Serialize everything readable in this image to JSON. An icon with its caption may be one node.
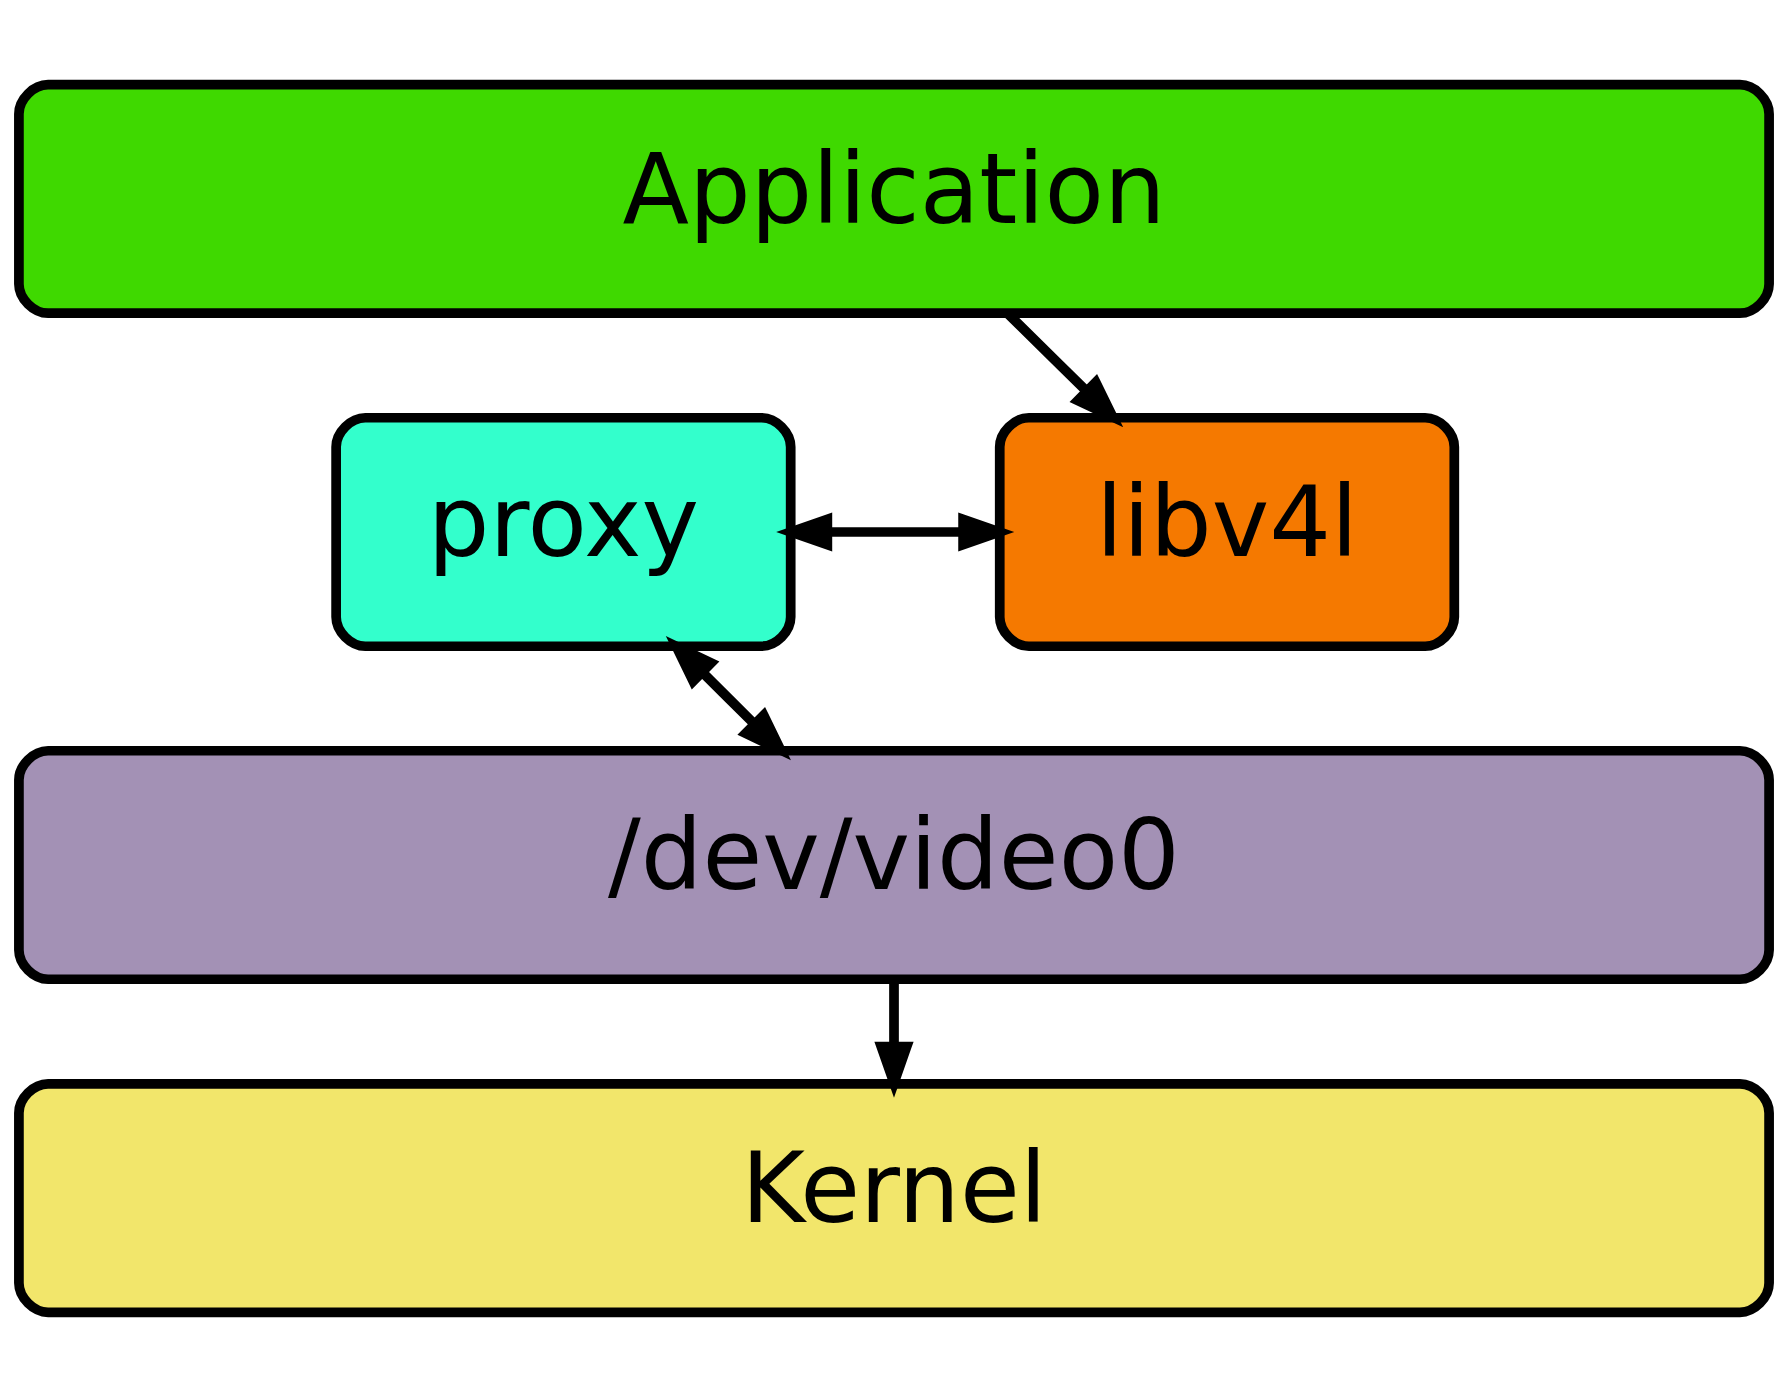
{
  "diagram": {
    "nodes": [
      {
        "text": [
          "Application"
        ]
      },
      {
        "text": [
          "proxy"
        ]
      },
      {
        "text": [
          "libv4l"
        ]
      },
      {
        "text": [
          "/dev/video0"
        ]
      },
      {
        "text": [
          "Kernel"
        ]
      }
    ],
    "edges": [
      {
        "from": 0,
        "to": 2,
        "arrow": "to"
      },
      {
        "from": 1,
        "to": 2,
        "arrow": "both"
      },
      {
        "from": 1,
        "to": 3,
        "arrow": "both"
      },
      {
        "from": 3,
        "to": 4,
        "arrow": "to"
      }
    ]
  }
}
